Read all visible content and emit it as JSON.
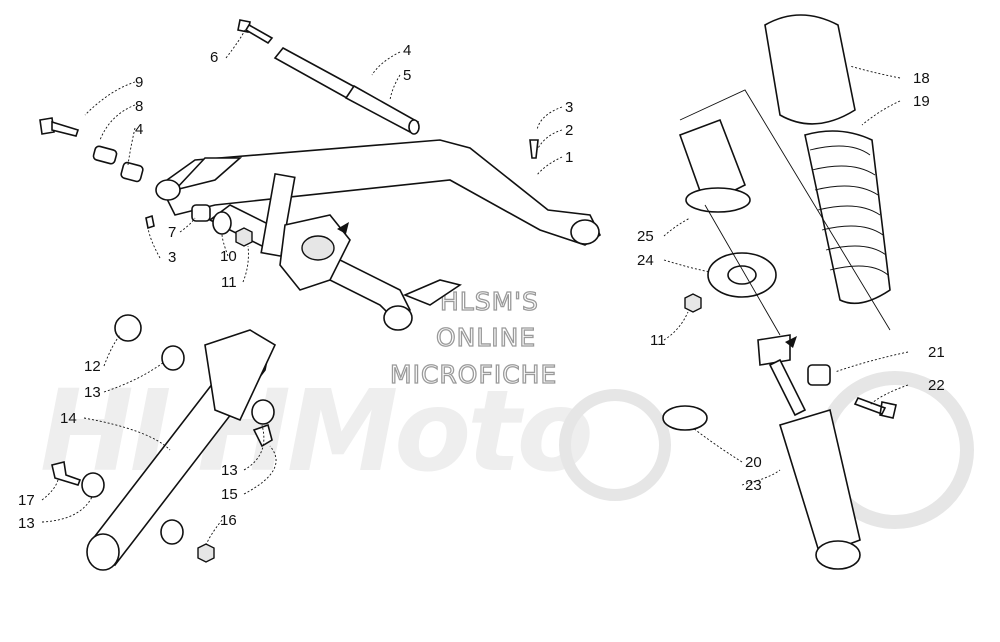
{
  "watermark": {
    "line1": "HLSM'S",
    "line2": "ONLINE",
    "line3": "MICROFICHE",
    "background_brand": "HLHMoto"
  },
  "callouts": [
    {
      "id": "c-1",
      "text": "1"
    },
    {
      "id": "c-2",
      "text": "2"
    },
    {
      "id": "c-3a",
      "text": "3"
    },
    {
      "id": "c-3b",
      "text": "3"
    },
    {
      "id": "c-4a",
      "text": "4"
    },
    {
      "id": "c-4b",
      "text": "4"
    },
    {
      "id": "c-5",
      "text": "5"
    },
    {
      "id": "c-6",
      "text": "6"
    },
    {
      "id": "c-7",
      "text": "7"
    },
    {
      "id": "c-8",
      "text": "8"
    },
    {
      "id": "c-9",
      "text": "9"
    },
    {
      "id": "c-10",
      "text": "10"
    },
    {
      "id": "c-11a",
      "text": "11"
    },
    {
      "id": "c-11b",
      "text": "11"
    },
    {
      "id": "c-12",
      "text": "12"
    },
    {
      "id": "c-13a",
      "text": "13"
    },
    {
      "id": "c-13b",
      "text": "13"
    },
    {
      "id": "c-13c",
      "text": "13"
    },
    {
      "id": "c-14",
      "text": "14"
    },
    {
      "id": "c-15",
      "text": "15"
    },
    {
      "id": "c-16",
      "text": "16"
    },
    {
      "id": "c-17",
      "text": "17"
    },
    {
      "id": "c-18",
      "text": "18"
    },
    {
      "id": "c-19",
      "text": "19"
    },
    {
      "id": "c-20",
      "text": "20"
    },
    {
      "id": "c-21",
      "text": "21"
    },
    {
      "id": "c-22",
      "text": "22"
    },
    {
      "id": "c-23",
      "text": "23"
    },
    {
      "id": "c-24",
      "text": "24"
    },
    {
      "id": "c-25",
      "text": "25"
    }
  ],
  "colors": {
    "ink": "#111111",
    "watermark": "#9a9a9a",
    "background": "#ffffff"
  }
}
